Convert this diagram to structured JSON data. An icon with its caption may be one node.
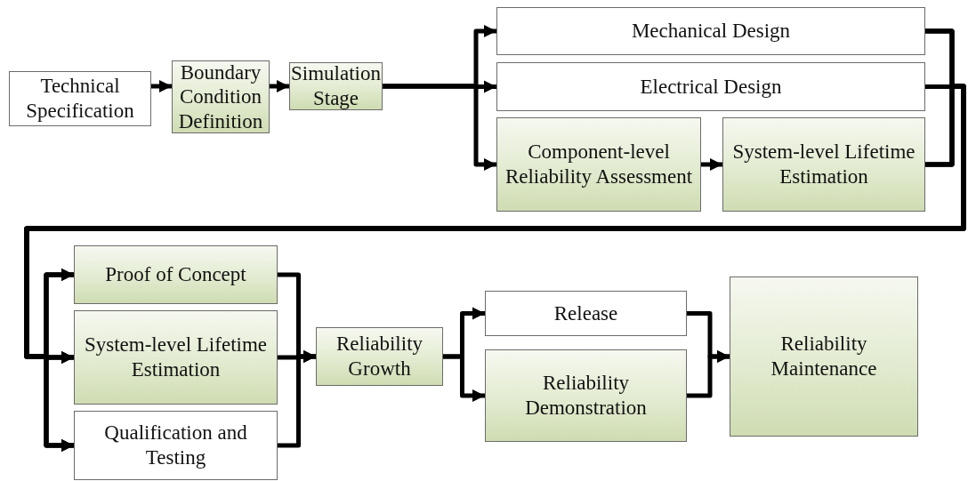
{
  "diagram": {
    "nodes": [
      {
        "text": [
          "Technical Specification"
        ]
      },
      {
        "text": [
          "Boundary Condition Definition"
        ]
      },
      {
        "text": [
          "Simulation Stage"
        ]
      },
      {
        "text": [
          "Mechanical Design"
        ]
      },
      {
        "text": [
          "Electrical Design"
        ]
      },
      {
        "text": [
          "Component-level Reliability Assessment"
        ]
      },
      {
        "text": [
          "System-level Lifetime Estimation"
        ]
      },
      {
        "text": [
          "Proof of Concept"
        ]
      },
      {
        "text": [
          "System-level Lifetime Estimation"
        ]
      },
      {
        "text": [
          "Qualification and Testing"
        ]
      },
      {
        "text": [
          "Reliability Growth"
        ]
      },
      {
        "text": [
          "Release"
        ]
      },
      {
        "text": [
          "Reliability Demonstration"
        ]
      },
      {
        "text": [
          "Reliability Maintenance"
        ]
      }
    ],
    "edges": [
      {
        "from": 0,
        "to": 1,
        "arrow": "to"
      },
      {
        "from": 1,
        "to": 2,
        "arrow": "to"
      },
      {
        "from": 2,
        "to": 3,
        "arrow": "to"
      },
      {
        "from": 2,
        "to": 4,
        "arrow": "to"
      },
      {
        "from": 2,
        "to": 5,
        "arrow": "to"
      },
      {
        "from": 5,
        "to": 6,
        "arrow": "to"
      },
      {
        "from": 3,
        "to": 7,
        "arrow": "to"
      },
      {
        "from": 3,
        "to": 8,
        "arrow": "to"
      },
      {
        "from": 3,
        "to": 9,
        "arrow": "to"
      },
      {
        "from": 4,
        "to": 7,
        "arrow": "to"
      },
      {
        "from": 4,
        "to": 8,
        "arrow": "to"
      },
      {
        "from": 4,
        "to": 9,
        "arrow": "to"
      },
      {
        "from": 6,
        "to": 7,
        "arrow": "to"
      },
      {
        "from": 6,
        "to": 8,
        "arrow": "to"
      },
      {
        "from": 6,
        "to": 9,
        "arrow": "to"
      },
      {
        "from": 7,
        "to": 10,
        "arrow": "to"
      },
      {
        "from": 8,
        "to": 10,
        "arrow": "to"
      },
      {
        "from": 9,
        "to": 10,
        "arrow": "to"
      },
      {
        "from": 10,
        "to": 11,
        "arrow": "to"
      },
      {
        "from": 10,
        "to": 12,
        "arrow": "to"
      },
      {
        "from": 11,
        "to": 13,
        "arrow": "to"
      },
      {
        "from": 12,
        "to": 13,
        "arrow": "to"
      }
    ]
  }
}
